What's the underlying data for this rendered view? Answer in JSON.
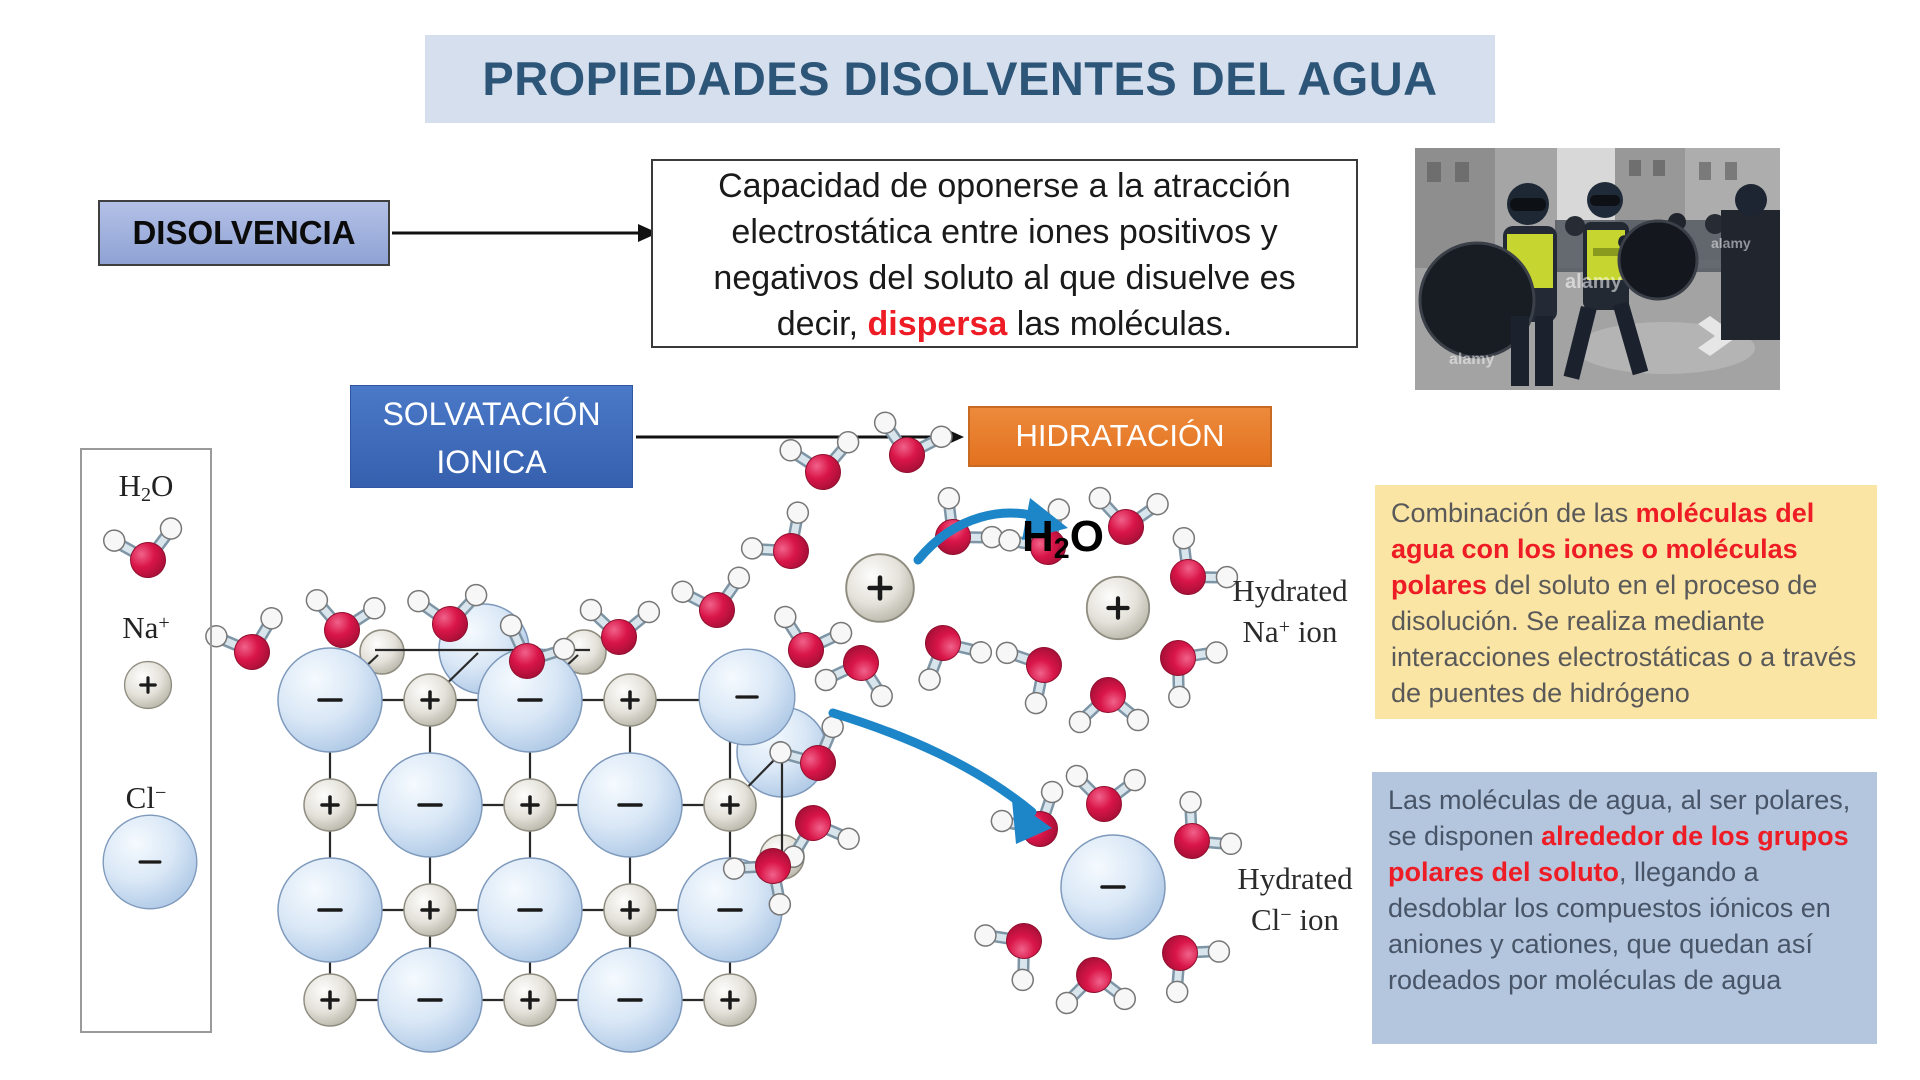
{
  "title": "PROPIEDADES DISOLVENTES DEL AGUA",
  "boxes": {
    "disolvencia": "DISOLVENCIA",
    "solvatacion_line1": "SOLVATACIÓN",
    "solvatacion_line2": "IONICA",
    "hidratacion": "HIDRATACIÓN"
  },
  "definition": {
    "pre": "Capacidad de oponerse a la atracción electrostática entre iones positivos y negativos del soluto al que disuelve es decir, ",
    "highlight": "dispersa",
    "post": " las moléculas."
  },
  "hydration_note": {
    "pre": "Combinación de las ",
    "highlight": "moléculas del agua con los iones o moléculas polares",
    "post": " del soluto en el proceso de disolución. Se realiza mediante interacciones electrostáticas o a través de puentes de hidrógeno"
  },
  "polarity_note": {
    "pre": "Las moléculas de agua, al ser polares, se disponen ",
    "highlight": "alrededor de los grupos polares del soluto",
    "post": ", llegando a desdoblar los compuestos iónicos en aniones y cationes, que quedan así rodeados por moléculas de agua"
  },
  "legend": {
    "h2o": {
      "h": "H",
      "sub": "2",
      "o": "O"
    },
    "na": {
      "el": "Na",
      "sign": "+"
    },
    "cl": {
      "el": "Cl",
      "sign": "−"
    }
  },
  "diagram_labels": {
    "free_water": {
      "h": "H",
      "sub": "2",
      "o": "O"
    },
    "hydrated": "Hydrated",
    "ion_suffix": " ion"
  },
  "photo": {
    "watermark": "alamy"
  },
  "colors": {
    "title_blue": "#2D5578",
    "accent_blue": "#3E6BB4",
    "accent_orange": "#E87E2E",
    "highlight_red": "#EE1C25",
    "note_yellow_bg": "#FBE5A4",
    "note_blue_bg": "#B4C6DD"
  }
}
